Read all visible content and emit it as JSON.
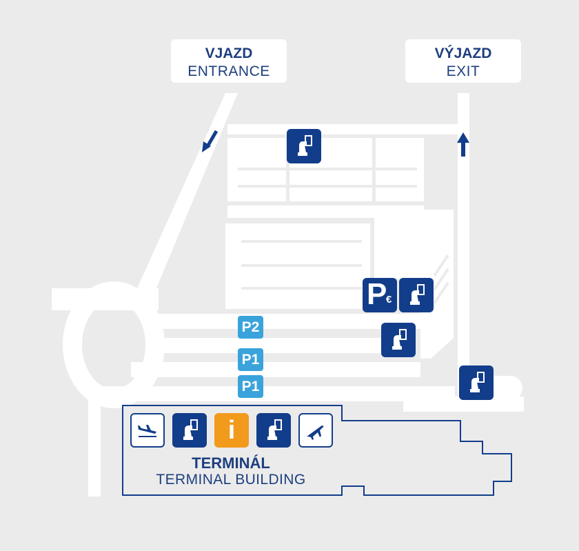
{
  "entrance_sign": {
    "title": "VJAZD",
    "subtitle": "ENTRANCE"
  },
  "exit_sign": {
    "title": "VÝJAZD",
    "subtitle": "EXIT"
  },
  "parking_zones": [
    "P2",
    "P1",
    "P1"
  ],
  "terminal": {
    "title": "TERMINÁL",
    "subtitle": "TERMINAL BUILDING"
  },
  "info_symbol": "i",
  "pay_parking": {
    "letter": "P",
    "currency": "€"
  },
  "icons": {
    "payment": "card-payment-icon",
    "departures": "departures-plane-icon",
    "arrivals": "arrivals-plane-icon",
    "arrow_entry": "arrow-down-left-icon",
    "arrow_exit": "arrow-up-icon"
  },
  "colors": {
    "background": "#ebebeb",
    "roads": "#ffffff",
    "navy": "#123d8a",
    "text": "#1e3f7f",
    "parking_blue": "#3aa3dc",
    "info_orange": "#f29a1c"
  }
}
